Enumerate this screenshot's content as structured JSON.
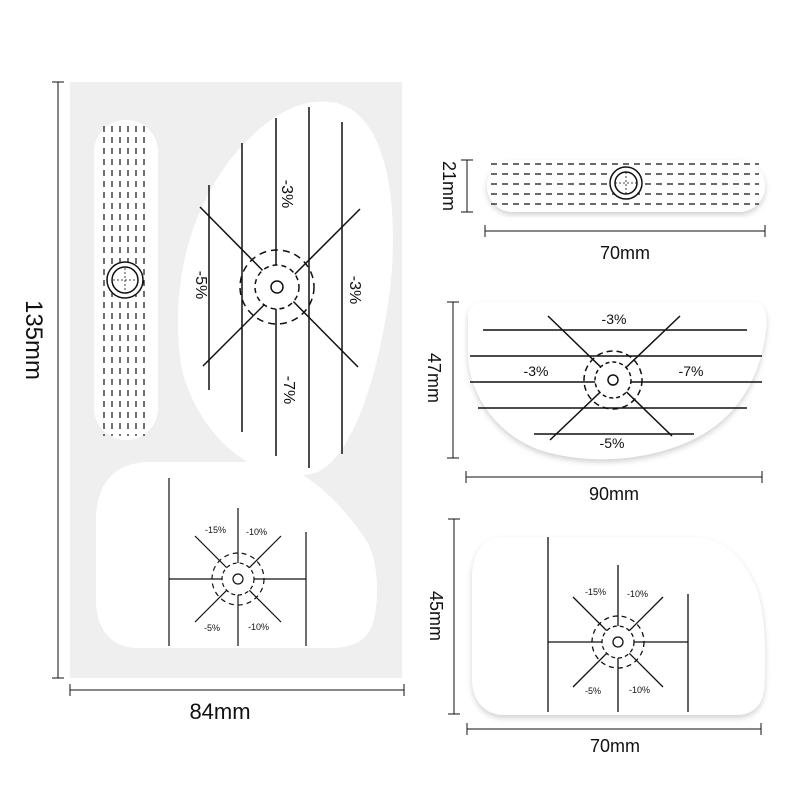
{
  "dimensions": {
    "sheet_height": "135mm",
    "sheet_width": "84mm",
    "strip_height": "21mm",
    "strip_width": "70mm",
    "driver_height": "47mm",
    "driver_width": "90mm",
    "putter_height": "45mm",
    "putter_width": "70mm"
  },
  "sheet_driver_sticker": {
    "label_top": "-3%",
    "label_left": "-5%",
    "label_right": "-3%",
    "label_bottom": "-7%"
  },
  "sheet_putter_sticker": {
    "label_top_left": "-15%",
    "label_top_right": "-10%",
    "label_bottom_left": "-5%",
    "label_bottom_right": "-10%"
  },
  "driver_sticker": {
    "label_top": "-3%",
    "label_left": "-3%",
    "label_right": "-7%",
    "label_bottom": "-5%"
  },
  "putter_sticker": {
    "label_top_left": "-15%",
    "label_top_right": "-10%",
    "label_bottom_left": "-5%",
    "label_bottom_right": "-10%"
  },
  "colors": {
    "sheet_background": "#efefef",
    "sticker_fill": "#ffffff",
    "line": "#111111"
  }
}
